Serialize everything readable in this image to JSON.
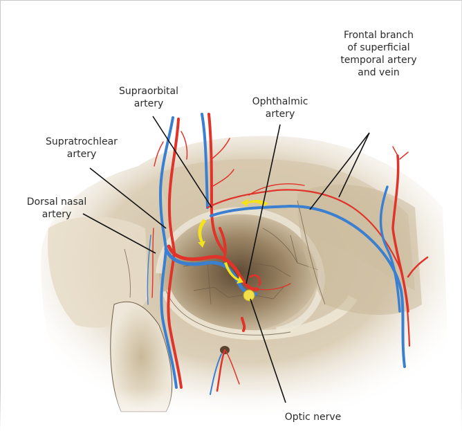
{
  "figure": {
    "subject": "Arterial and venous supply of the orbital region (frontal view of skull)",
    "colors": {
      "artery": "#e0332a",
      "vein": "#3a7fd0",
      "bone": "#d8cbb2",
      "bone_shadow": "#7a6446",
      "flow_arrow": "#f4e21c",
      "optic_nerve": "#f2e04a",
      "leader_line": "#111111"
    },
    "icons": {
      "flow_arrow": "yellow curved arrow (direction of blood flow)"
    },
    "labels": [
      {
        "id": "frontal-branch",
        "text": "Frontal branch\nof superficial\ntemporal artery\nand vein"
      },
      {
        "id": "supraorbital",
        "text": "Supraorbital\nartery"
      },
      {
        "id": "ophthalmic",
        "text": "Ophthalmic\nartery"
      },
      {
        "id": "supratrochlear",
        "text": "Supratrochlear\nartery"
      },
      {
        "id": "dorsal-nasal",
        "text": "Dorsal nasal\nartery"
      },
      {
        "id": "optic-nerve",
        "text": "Optic nerve"
      }
    ]
  }
}
